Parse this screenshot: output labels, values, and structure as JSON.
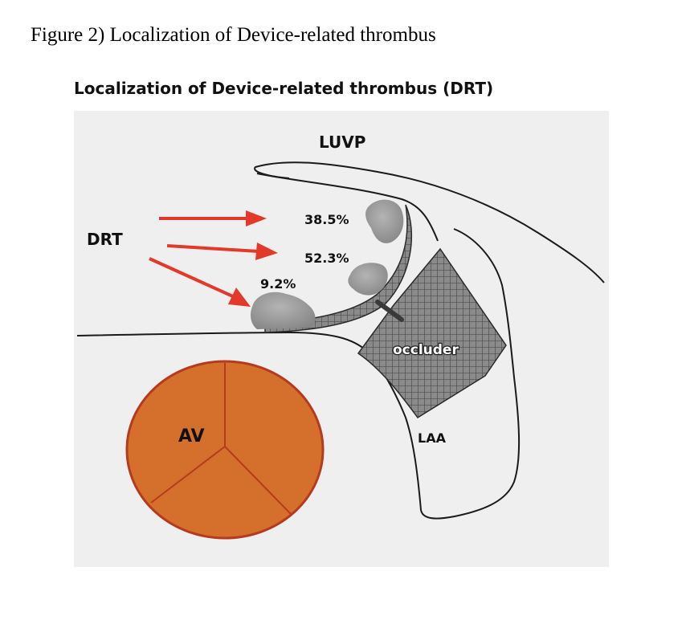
{
  "caption": "Figure 2) Localization of Device-related thrombus",
  "panel_title": "Localization of Device-related thrombus (DRT)",
  "labels": {
    "luvp": "LUVP",
    "drt": "DRT",
    "occluder": "occluder",
    "laa": "LAA",
    "av": "AV"
  },
  "percentages": {
    "upper": "38.5%",
    "middle": "52.3%",
    "lower": "9.2%"
  },
  "colors": {
    "panel_background": "#efefef",
    "arrow": "#e3392b",
    "av_fill": "#d4702c",
    "av_stroke": "#b63a1f",
    "thrombus": "#9b9b9b",
    "occluder_mesh": "#6f6f6f"
  }
}
